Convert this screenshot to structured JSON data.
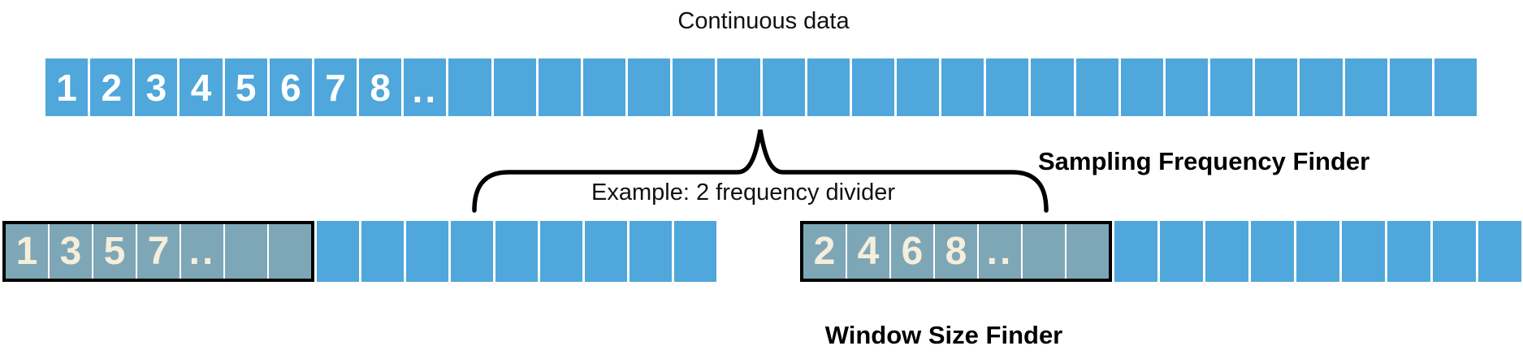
{
  "title": "Continuous data",
  "brace_label": "Example: 2 frequency divider",
  "labels": {
    "sampling_frequency_finder": "Sampling Frequency Finder",
    "window_size_finder": "Window Size Finder"
  },
  "colors": {
    "cell_blue": "#4FA7DB",
    "cell_divider": "#FFFFFF",
    "window_cell": "#7DA7B7",
    "window_text": "#F6EEDA",
    "window_border": "#000000",
    "brace": "#000000",
    "cell_number_text": "#FFFFFF"
  },
  "top_row": {
    "cell_count": 32,
    "cell_labels": [
      "1",
      "2",
      "3",
      "4",
      "5",
      "6",
      "7",
      "8",
      ".."
    ]
  },
  "bottom_left_row": {
    "window_cells": [
      "1",
      "3",
      "5",
      "7",
      "..",
      "",
      ""
    ],
    "tail_cell_count": 9
  },
  "bottom_right_row": {
    "window_cells": [
      "2",
      "4",
      "6",
      "8",
      "..",
      "",
      ""
    ],
    "tail_cell_count": 9
  }
}
